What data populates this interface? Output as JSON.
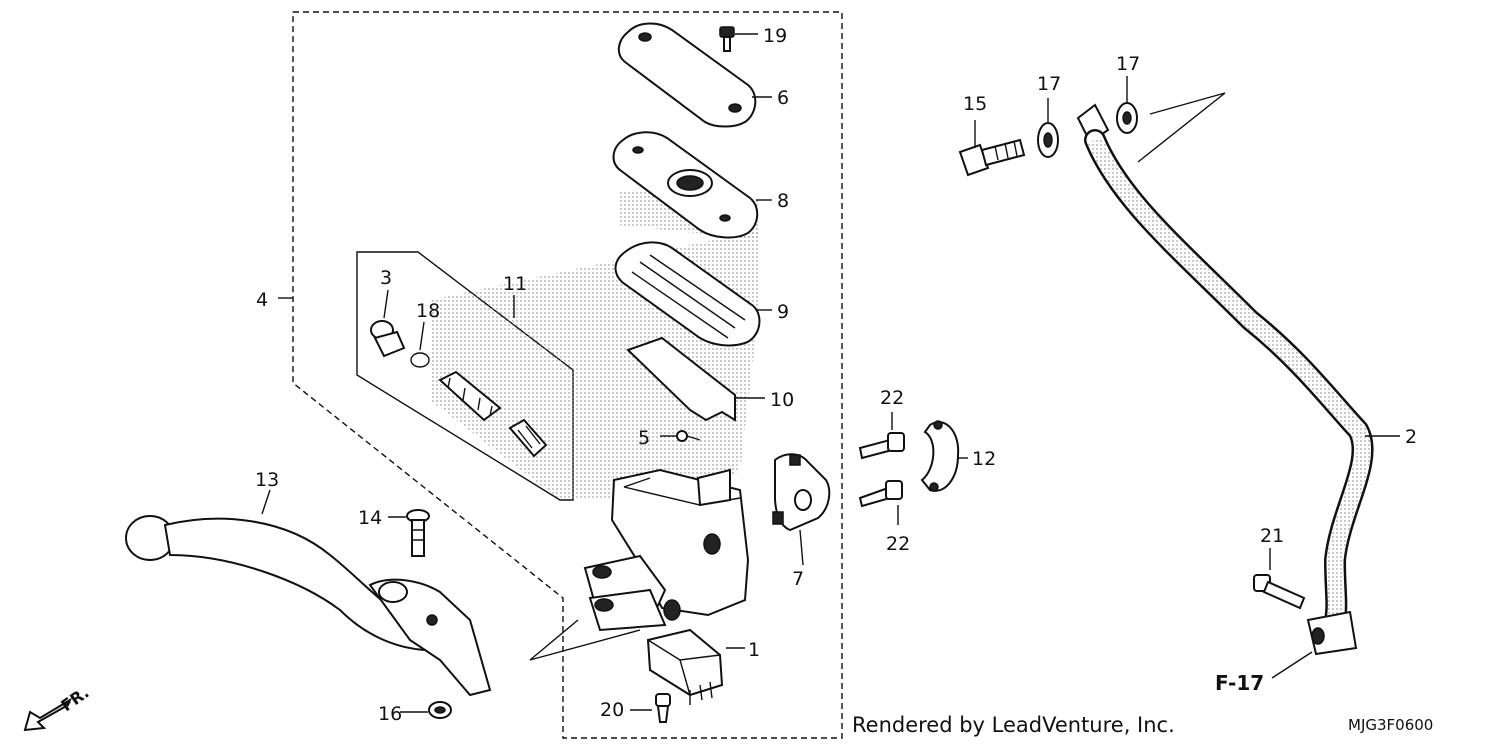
{
  "callouts": {
    "c1": "1",
    "c2": "2",
    "c3": "3",
    "c4": "4",
    "c5": "5",
    "c6": "6",
    "c7": "7",
    "c8": "8",
    "c9": "9",
    "c10": "10",
    "c11": "11",
    "c12": "12",
    "c13": "13",
    "c14": "14",
    "c15": "15",
    "c16": "16",
    "c17a": "17",
    "c17b": "17",
    "c18": "18",
    "c19": "19",
    "c20": "20",
    "c21": "21",
    "c22a": "22",
    "c22b": "22"
  },
  "reference": "F-17",
  "direction": "FR.",
  "credit": "Rendered by LeadVenture, Inc.",
  "diagram_code": "MJG3F0600"
}
